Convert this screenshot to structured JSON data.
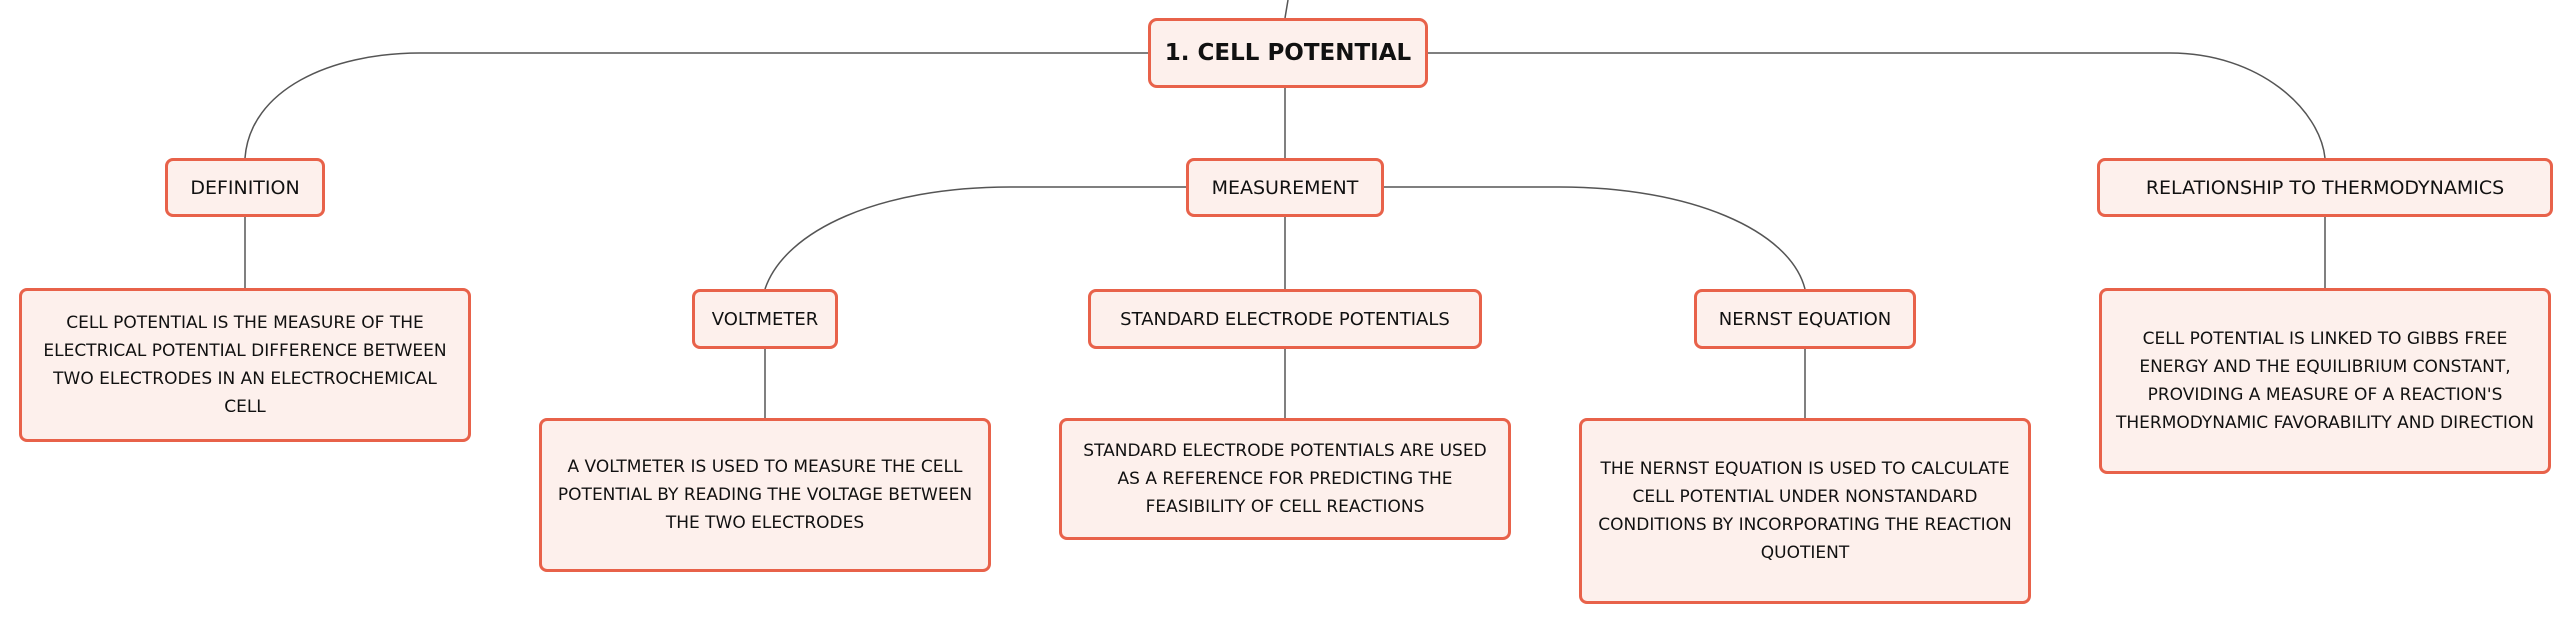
{
  "root": {
    "label": "1. CELL POTENTIAL"
  },
  "branches": {
    "definition": {
      "label": "DEFINITION",
      "text": "CELL POTENTIAL IS THE MEASURE OF THE ELECTRICAL POTENTIAL DIFFERENCE BETWEEN TWO ELECTRODES IN AN ELECTROCHEMICAL CELL"
    },
    "measurement": {
      "label": "MEASUREMENT",
      "voltmeter": {
        "label": "VOLTMETER",
        "text": "A VOLTMETER IS USED TO MEASURE THE CELL POTENTIAL BY READING THE VOLTAGE BETWEEN THE TWO ELECTRODES"
      },
      "standard": {
        "label": "STANDARD ELECTRODE POTENTIALS",
        "text": "STANDARD ELECTRODE POTENTIALS ARE USED AS A REFERENCE FOR PREDICTING THE FEASIBILITY OF CELL REACTIONS"
      },
      "nernst": {
        "label": "NERNST EQUATION",
        "text": "THE NERNST EQUATION IS USED TO CALCULATE CELL POTENTIAL UNDER NONSTANDARD CONDITIONS BY INCORPORATING THE REACTION QUOTIENT"
      }
    },
    "thermo": {
      "label": "RELATIONSHIP TO THERMODYNAMICS",
      "text": "CELL POTENTIAL IS LINKED TO GIBBS FREE ENERGY AND THE EQUILIBRIUM CONSTANT, PROVIDING A MEASURE OF A REACTION'S THERMODYNAMIC FAVORABILITY AND DIRECTION"
    }
  },
  "colors": {
    "border": "#e8624a",
    "fill": "#fdf0ec",
    "line": "#555555"
  }
}
